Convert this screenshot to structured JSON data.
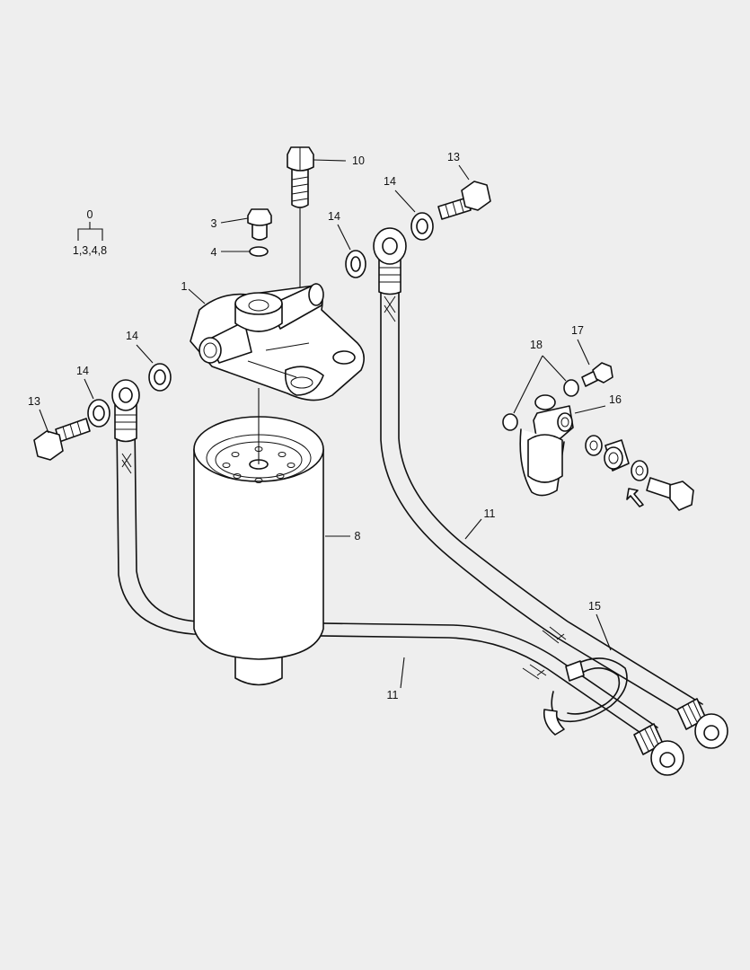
{
  "callouts": {
    "assembly_top": "0",
    "assembly_bottom": "1,3,4,8",
    "c1": "1",
    "c3": "3",
    "c4": "4",
    "c8": "8",
    "c10": "10",
    "c11_a": "11",
    "c11_b": "11",
    "c13_a": "13",
    "c13_b": "13",
    "c14_a": "14",
    "c14_b": "14",
    "c14_c": "14",
    "c14_d": "14",
    "c15": "15",
    "c16": "16",
    "c17": "17",
    "c18": "18"
  }
}
